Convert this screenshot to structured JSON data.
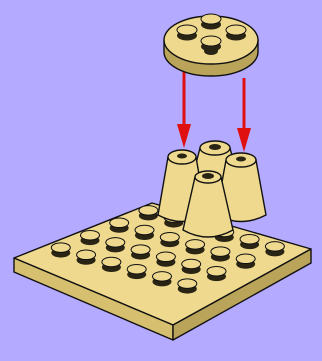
{
  "colors": {
    "background": "#b4aaff",
    "brick": "#efd98e",
    "brick_side": "#d6bf6e",
    "brick_shadow": "#b9a45a",
    "stud_shadow": "#2a2414",
    "outline": "#111111",
    "arrow": "#e01010"
  },
  "scene": {
    "parts": [
      "round-plate-2x2",
      "cone-1x1",
      "cone-1x1",
      "cone-1x1",
      "cone-1x1",
      "plate-4x6"
    ],
    "arrows": 2,
    "stud_grid": {
      "rows": 4,
      "columns": 6
    }
  }
}
